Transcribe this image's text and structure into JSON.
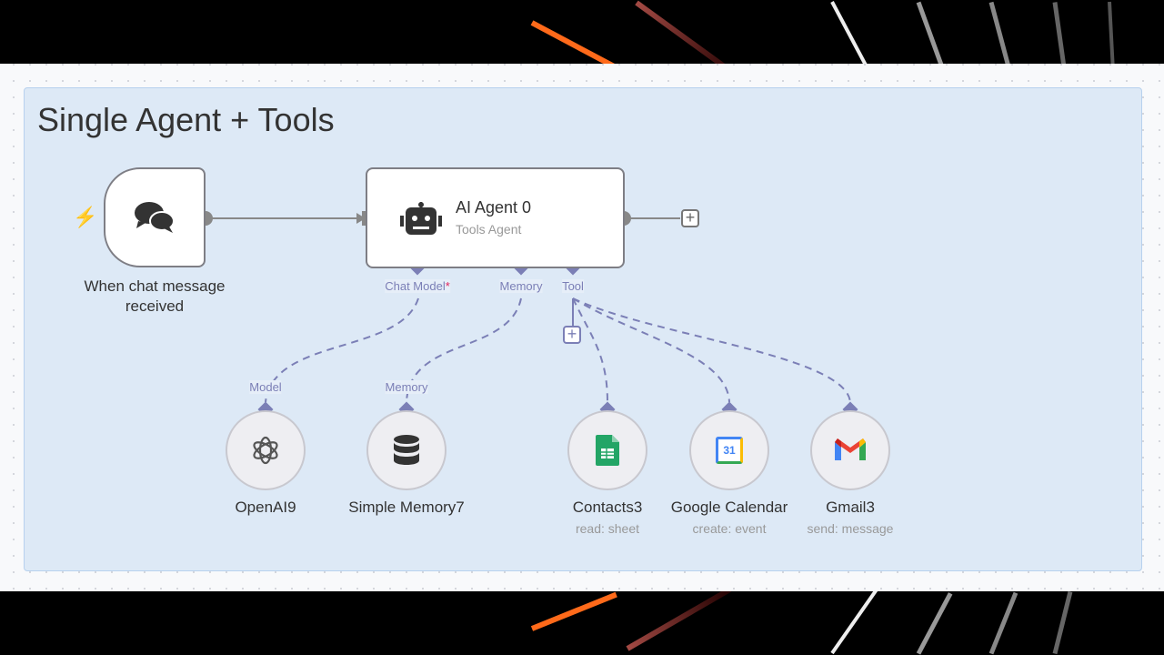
{
  "group_title": "Single Agent + Tools",
  "trigger": {
    "label_line1": "When chat message",
    "label_line2": "received",
    "icon": "chat-bubbles-icon"
  },
  "agent": {
    "title": "AI Agent 0",
    "subtitle": "Tools Agent",
    "icon": "robot-icon",
    "ports": {
      "chat_model": "Chat Model",
      "required_mark": "*",
      "memory": "Memory",
      "tool": "Tool"
    }
  },
  "subnodes": [
    {
      "name": "OpenAI9",
      "port": "Model",
      "icon": "openai-icon"
    },
    {
      "name": "Simple Memory7",
      "port": "Memory",
      "icon": "database-icon"
    },
    {
      "name": "Contacts3",
      "sub": "read: sheet",
      "icon": "google-sheets-icon"
    },
    {
      "name": "Google Calendar",
      "sub": "create: event",
      "icon": "google-calendar-icon",
      "icon_text": "31"
    },
    {
      "name": "Gmail3",
      "sub": "send: message",
      "icon": "gmail-icon"
    }
  ],
  "colors": {
    "port": "#7b7fb6",
    "trigger": "#ff6d5a",
    "group_bg": "#dde9f6"
  }
}
